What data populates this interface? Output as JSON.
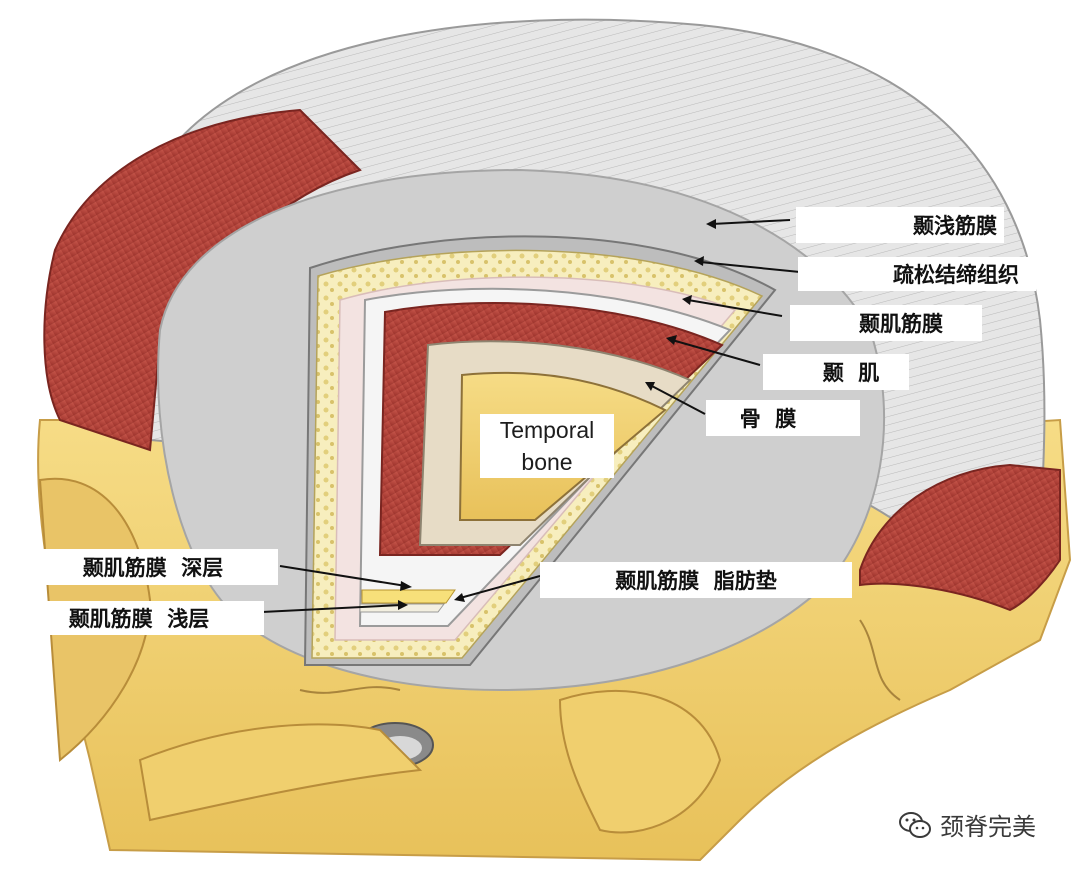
{
  "labels": {
    "superficial_temporal_fascia": "颞浅筋膜",
    "loose_areolar_tissue": "疏松结缔组织",
    "temporalis_fascia": "颞肌筋膜",
    "temporalis_muscle": "颞  肌",
    "periosteum": "骨  膜",
    "deep_layer": "颞肌筋膜  深层",
    "superficial_layer": "颞肌筋膜  浅层",
    "fat_pad": "颞肌筋膜  脂肪垫"
  },
  "bone_label": {
    "line1": "Temporal",
    "line2": "bone"
  },
  "watermark": {
    "text": "颈脊完美",
    "icon": "wechat-icon"
  },
  "colors": {
    "bone": "#f2d37a",
    "bone_shadow": "#d9b45a",
    "muscle": "#b8453c",
    "fascia": "#c9c9c9",
    "fat": "#f4e6a8",
    "areolar": "#f1e2e0"
  }
}
